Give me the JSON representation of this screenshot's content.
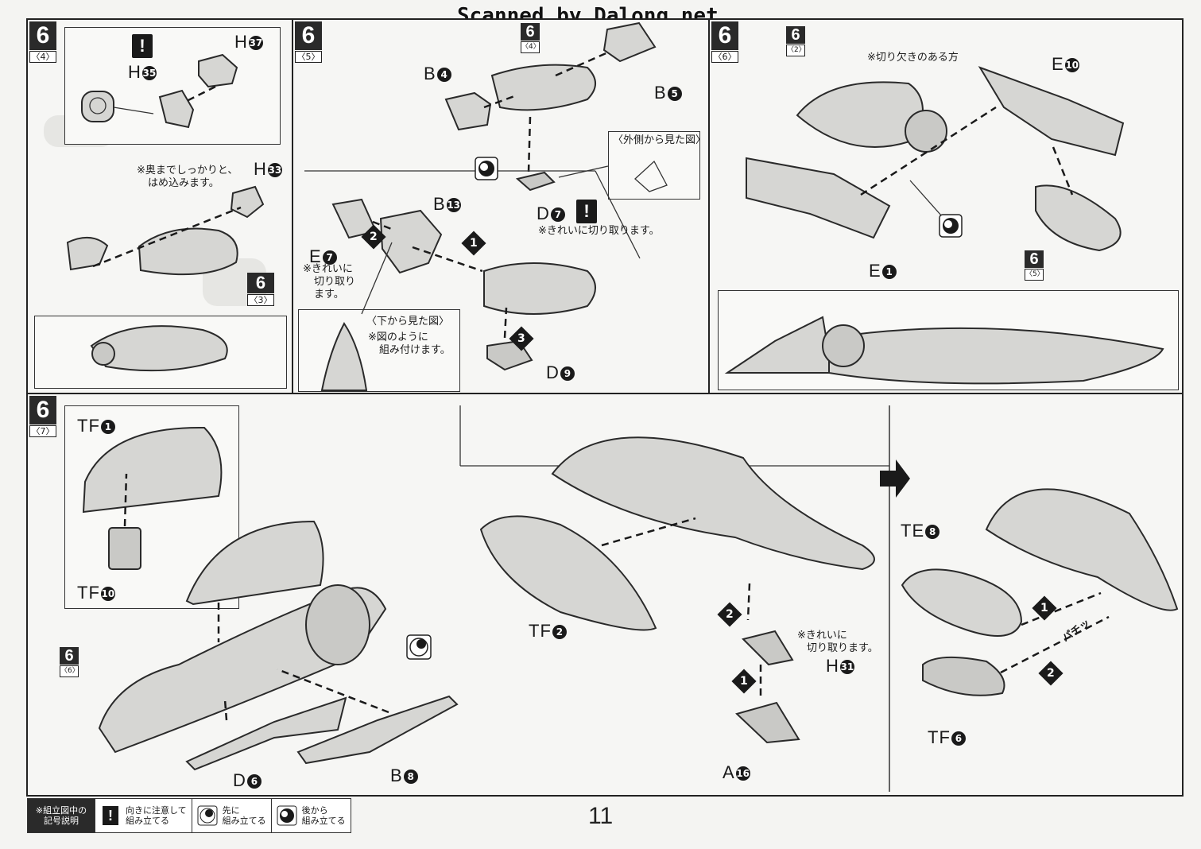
{
  "watermark": "Scanned by Dalong.net",
  "page_number": "11",
  "panels": {
    "p4": {
      "step": "6",
      "sub": "〈4〉",
      "note_text": "※奥までしっかりと、\nはめ込みます。",
      "note_line1": "※奥までしっかりと、",
      "note_line2": "はめ込みます。",
      "parts": [
        "H",
        "H",
        "H"
      ],
      "part_nums": [
        "37",
        "35",
        "33"
      ],
      "ref_step": "6",
      "ref_sub": "〈3〉"
    },
    "p5": {
      "step": "6",
      "sub": "〈5〉",
      "ref_step": "6",
      "ref_sub": "〈4〉",
      "outer_view": "〈外側から見た図〉",
      "bottom_view": "〈下から見た図〉",
      "bottom_note_line1": "※図のように",
      "bottom_note_line2": "組み付けます。",
      "cut_note": "※きれいに切り取ります。",
      "e7_note_line1": "※きれいに",
      "e7_note_line2": "切り取り",
      "e7_note_line3": "ます。",
      "labels": {
        "b4": {
          "l": "B",
          "n": "4"
        },
        "b5": {
          "l": "B",
          "n": "5"
        },
        "b13": {
          "l": "B",
          "n": "13"
        },
        "e7": {
          "l": "E",
          "n": "7"
        },
        "d7": {
          "l": "D",
          "n": "7"
        },
        "d9": {
          "l": "D",
          "n": "9"
        }
      },
      "orders": [
        "1",
        "2",
        "3"
      ]
    },
    "p6": {
      "step": "6",
      "sub": "〈6〉",
      "ref_step": "6",
      "ref_sub": "〈2〉",
      "notch_note": "※切り欠きのある方",
      "labels": {
        "e10": {
          "l": "E",
          "n": "10"
        },
        "e1": {
          "l": "E",
          "n": "1"
        }
      },
      "ref2_step": "6",
      "ref2_sub": "〈5〉"
    },
    "p7": {
      "step": "6",
      "sub": "〈7〉",
      "ref_step": "6",
      "ref_sub": "〈6〉",
      "labels": {
        "tf1": {
          "l": "TF",
          "n": "1"
        },
        "tf10": {
          "l": "TF",
          "n": "10"
        },
        "d6": {
          "l": "D",
          "n": "6"
        },
        "b8": {
          "l": "B",
          "n": "8"
        },
        "tf2": {
          "l": "TF",
          "n": "2"
        },
        "h31": {
          "l": "H",
          "n": "31"
        },
        "a16": {
          "l": "A",
          "n": "16"
        },
        "te8": {
          "l": "TE",
          "n": "8"
        },
        "tf6": {
          "l": "TF",
          "n": "6"
        }
      },
      "h31_note_line1": "※きれいに",
      "h31_note_line2": "切り取ります。",
      "orders_mid": [
        "2",
        "1"
      ],
      "orders_right": [
        "1",
        "2"
      ],
      "snap_text": "パチッ"
    }
  },
  "legend": {
    "title_line1": "※組立図中の",
    "title_line2": "記号説明",
    "items": [
      {
        "icon": "exclamation-icon",
        "line1": "向きに注意して",
        "line2": "組み立てる"
      },
      {
        "icon": "first-assemble-icon",
        "line1": "先に",
        "line2": "組み立てる"
      },
      {
        "icon": "later-assemble-icon",
        "line1": "後から",
        "line2": "組み立てる"
      }
    ]
  },
  "colors": {
    "ink": "#1a1a1a",
    "paper": "#f4f4f2",
    "part_fill": "#d6d6d3"
  }
}
